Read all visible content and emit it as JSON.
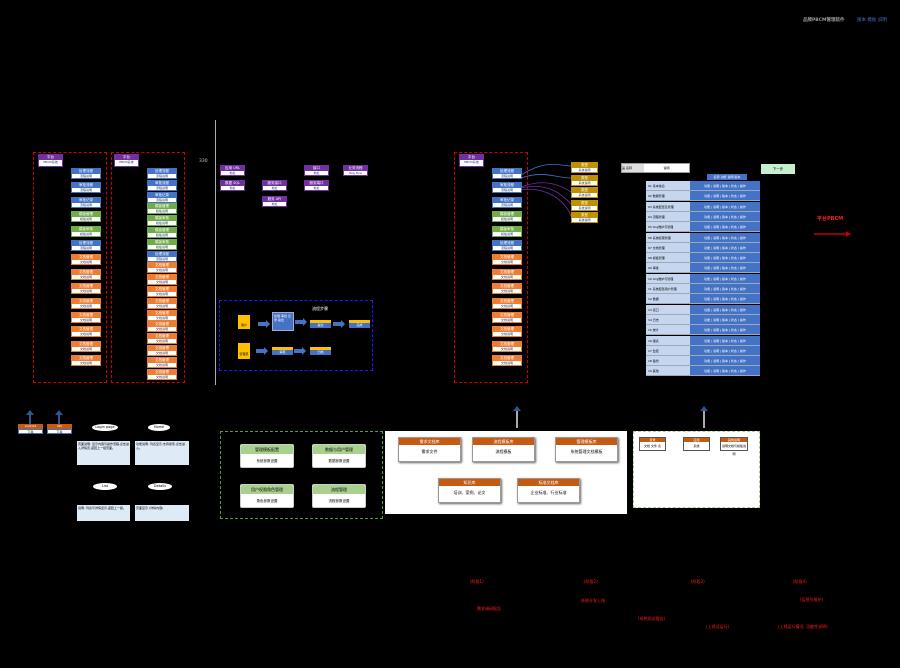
{
  "top_right": {
    "title": "品牌PBCM管理软件",
    "link": "版本 模板 说明"
  },
  "label_330": "330",
  "col1": {
    "header": {
      "title": "平台",
      "sub": "PBCM系统"
    },
    "items": [
      [
        "blue",
        "处理流程",
        "流程说明"
      ],
      [
        "blue",
        "审批流程",
        "流程说明"
      ],
      [
        "blue",
        "审批记录",
        "流程说明"
      ],
      [
        "green",
        "模板管理",
        "模板说明"
      ],
      [
        "green",
        "模板审核",
        "模板说明"
      ],
      [
        "blue",
        "处理流程",
        "流程说明"
      ],
      [
        "orange",
        "文档管理",
        "文档说明"
      ],
      [
        "orange",
        "文档管理",
        "文档说明"
      ],
      [
        "orange",
        "文档管理",
        "文档说明"
      ],
      [
        "orange",
        "文档管理",
        "文档说明"
      ],
      [
        "orange",
        "文档管理",
        "文档说明"
      ],
      [
        "orange",
        "文档管理",
        "文档说明"
      ],
      [
        "orange",
        "文档管理",
        "文档说明"
      ],
      [
        "orange",
        "文档管理",
        "文档说明"
      ]
    ]
  },
  "col2": {
    "header": {
      "title": "平台",
      "sub": "PBCM系统"
    },
    "items": [
      [
        "blue",
        "处理流程",
        "流程说明"
      ],
      [
        "blue",
        "审批流程",
        "流程说明"
      ],
      [
        "blue",
        "审批记录",
        "流程说明"
      ],
      [
        "green",
        "模板管理",
        "模板说明"
      ],
      [
        "green",
        "模板审核",
        "模板说明"
      ],
      [
        "green",
        "模板管理",
        "模板说明"
      ],
      [
        "green",
        "模板审核",
        "模板说明"
      ],
      [
        "blue",
        "处理流程",
        "流程说明"
      ],
      [
        "orange",
        "文档管理",
        "文档说明"
      ],
      [
        "orange",
        "文档管理",
        "文档说明"
      ],
      [
        "orange",
        "文档管理",
        "文档说明"
      ],
      [
        "orange",
        "文档管理",
        "文档说明"
      ],
      [
        "orange",
        "文档管理",
        "文档说明"
      ],
      [
        "orange",
        "文档管理",
        "文档说明"
      ],
      [
        "orange",
        "文档管理",
        "文档说明"
      ],
      [
        "orange",
        "文档管理",
        "文档说明"
      ],
      [
        "orange",
        "文档管理",
        "文档说明"
      ],
      [
        "orange",
        "文档管理",
        "文档说明"
      ]
    ]
  },
  "col3": {
    "header": {
      "title": "平台",
      "sub": "PBCM系统"
    },
    "items": [
      [
        "blue",
        "处理流程",
        "流程说明"
      ],
      [
        "blue",
        "审批流程",
        "流程说明"
      ],
      [
        "blue",
        "审批记录",
        "流程说明"
      ],
      [
        "green",
        "模板管理",
        "模板说明"
      ],
      [
        "green",
        "模板审核",
        "模板说明"
      ],
      [
        "blue",
        "处理流程",
        "流程说明"
      ],
      [
        "orange",
        "文档管理",
        "文档说明"
      ],
      [
        "orange",
        "文档管理",
        "文档说明"
      ],
      [
        "orange",
        "文档管理",
        "文档说明"
      ],
      [
        "orange",
        "文档管理",
        "文档说明"
      ],
      [
        "orange",
        "文档管理",
        "文档说明"
      ],
      [
        "orange",
        "文档管理",
        "文档说明"
      ],
      [
        "orange",
        "文档管理",
        "文档说明"
      ],
      [
        "orange",
        "文档管理",
        "文档说明"
      ]
    ],
    "side": [
      [
        "类型",
        "系统说明"
      ],
      [
        "类型",
        "系统说明"
      ],
      [
        "类型",
        "系统说明"
      ],
      [
        "类型",
        "系统说明"
      ],
      [
        "类型",
        "系统说明"
      ]
    ]
  },
  "mid_nodes": [
    [
      "应用 URL",
      "地址"
    ],
    [
      "数据 SQL",
      "地址"
    ],
    [
      "服务接口",
      "地址"
    ],
    [
      "服务 API",
      "地址"
    ],
    [
      "接口",
      "地址"
    ],
    [
      "服务端口",
      "地址"
    ],
    [
      "业务流程",
      "Reg flow"
    ]
  ],
  "flow": {
    "title": "流程步骤",
    "start1": "用户",
    "start2": "管理员",
    "box1": "处理 审批 记录 输出",
    "step1": "提交",
    "step2": "完成",
    "step3": "审核",
    "step4": "归档"
  },
  "table": {
    "key": "品 名称",
    "value": "说明",
    "green": "下一步",
    "header": "名称 功能 说明 版本",
    "rows": [
      "01 基本信息",
      "02 数据管理",
      "03 系统配置及管理",
      "04 流程管理",
      "05 Org维护与管理",
      "06 系统权限管理",
      "07 文档管理",
      "08 模板管理",
      "09 审批",
      "10 Org维护与管理",
      "11 系统配置用户管理",
      "12 数据",
      "13 接口",
      "14 日志",
      "15 统计",
      "16 报表",
      "17 监控",
      "18 备份",
      "19 其他"
    ],
    "row_values": "功能 | 说明 | 版本 | 状态 | 操作"
  },
  "pbcm_label": "平台PBCM",
  "bottom_left": {
    "tag1": {
      "h": "Android",
      "b": "下载"
    },
    "tag2": {
      "h": "iOS",
      "b": "下载"
    },
    "ovals": [
      "Login page",
      "Home",
      "List",
      "Details"
    ],
    "texts": [
      "页面说明: 显示内容与操作流程,点击进入详情页,返回上一级页面。",
      "功能说明: 列表显示,支持搜索,点击进入。",
      "说明: 列表与详情显示,返回上一级。",
      "页面显示 (详情内容)"
    ]
  },
  "green_panel": [
    [
      "管理模板配置",
      "系统参数设置"
    ],
    [
      "数据与用户管理",
      "数据参数设置"
    ],
    [
      "用户权限角色管理",
      "角色参数设置"
    ],
    [
      "流程管理",
      "流程参数设置"
    ]
  ],
  "cards": [
    [
      "需求文档库",
      "需求文件"
    ],
    [
      "流程模板库",
      "流程模板"
    ],
    [
      "管理模板库",
      "系统管理文档模板"
    ],
    [
      "知识库",
      "培训、案例、论文"
    ],
    [
      "标准文档库",
      "企业标准、行业标准"
    ]
  ],
  "small_cards": [
    [
      "目录",
      "文档 文件 表"
    ],
    [
      "应用",
      "系统"
    ],
    [
      "其他说明",
      "说明文档与模板说明"
    ]
  ],
  "red_labels": [
    "(阶段1)",
    "(阶段2)",
    "(阶段3)",
    "(阶段4)",
    "需求调研报告",
    "系统开发上线",
    "(系统测试报告)",
    "(上线试运行)",
    "(运营与维护)",
    "(上线运行情况, 功能性说明)"
  ]
}
